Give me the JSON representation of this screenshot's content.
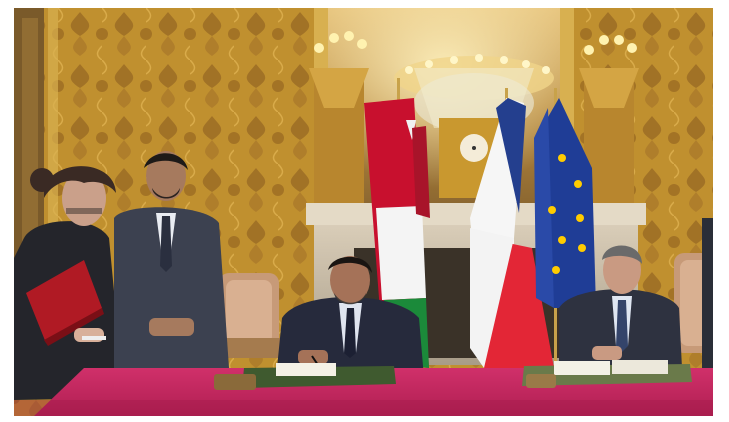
{
  "photo": {
    "scene": "signing-ceremony",
    "palette": {
      "wall_damask": "#c0902f",
      "wall_pattern": "#8f5f1e",
      "gold_frame": "#d8b050",
      "table_cloth": "#c8245a",
      "suit_dark": "#2b2f3a",
      "skin": "#a67a5e"
    },
    "flags": [
      {
        "name": "oman-flag",
        "colors": [
          "#c8102e",
          "#ffffff",
          "#008000"
        ]
      },
      {
        "name": "france-flag",
        "colors": [
          "#1d3f8c",
          "#ffffff",
          "#e32636"
        ]
      },
      {
        "name": "eu-flag",
        "colors": [
          "#1f3d96",
          "#ffcc00"
        ]
      }
    ]
  }
}
